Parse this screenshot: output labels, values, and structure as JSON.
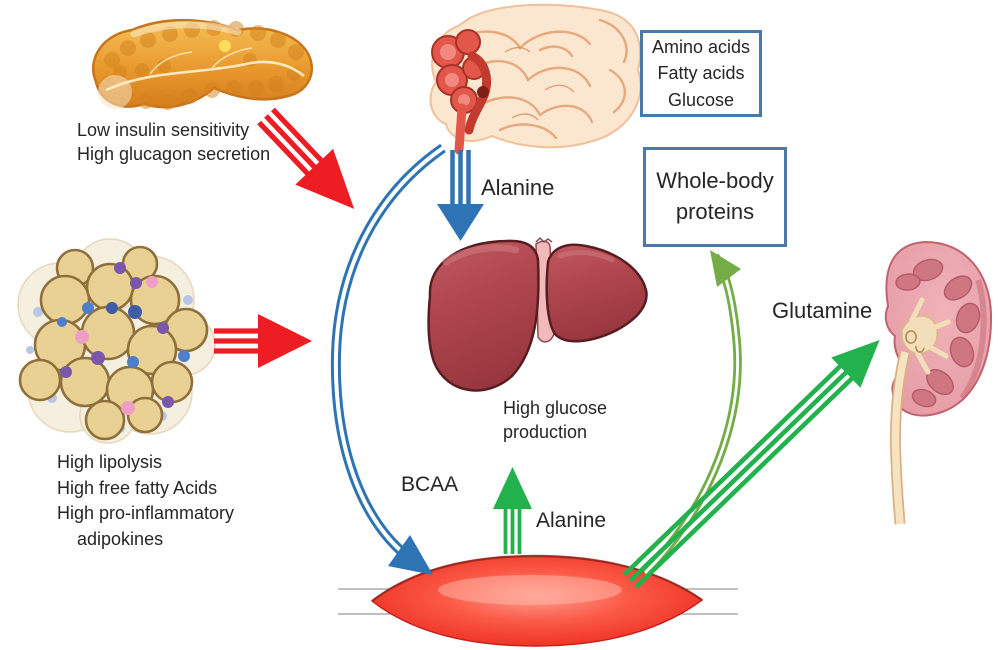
{
  "diagram": {
    "title": "Inter-organ metabolic flux diagram",
    "labels": {
      "pancreas_caption": "Low insulin sensitivity\nHigh glucagon secretion",
      "adipose_caption": "High lipolysis\nHigh free fatty Acids\nHigh pro-inflammatory\n    adipokines",
      "glucose_caption": "High glucose\nproduction",
      "alanine_top": "Alanine",
      "bcaa": "BCAA",
      "alanine_bottom": "Alanine",
      "glutamine": "Glutamine"
    },
    "boxes": {
      "nutrients": "Amino acids\nFatty acids\nGlucose",
      "proteins": "Whole-body\nproteins"
    },
    "organs": {
      "pancreas": "pancreas",
      "intestine": "small intestine",
      "liver": "liver",
      "adipose": "adipose tissue",
      "kidney": "kidney",
      "muscle": "skeletal muscle"
    },
    "colors": {
      "arrow_red": "#ee1c23",
      "arrow_blue": "#2e74b5",
      "arrow_green_bright": "#23b14d",
      "arrow_green_olive": "#74ad48",
      "box_border": "#4879a8",
      "text": "#262626"
    }
  }
}
